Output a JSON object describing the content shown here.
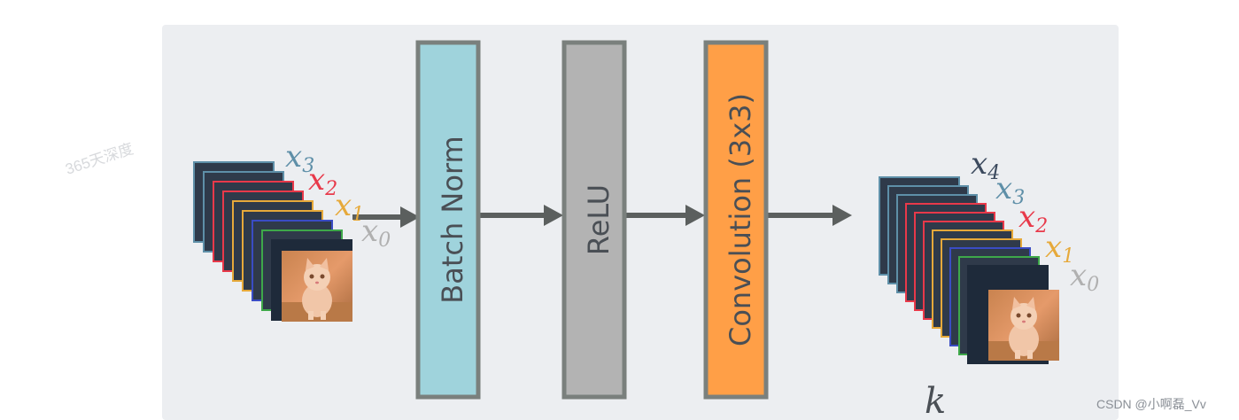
{
  "diagram": {
    "blocks": [
      {
        "label": "Batch Norm",
        "color": "#9fd3dc"
      },
      {
        "label": "ReLU",
        "color": "#b3b3b3"
      },
      {
        "label": "Convolution (3x3)",
        "color": "#ff9f47"
      }
    ],
    "border_color": "#7a807d",
    "arrow_color": "#5b5f5e",
    "input_labels": [
      {
        "letter": "x",
        "sub": "3",
        "color": "#5e8fa8"
      },
      {
        "letter": "x",
        "sub": "2",
        "color": "#e8394a"
      },
      {
        "letter": "x",
        "sub": "1",
        "color": "#e6a93a"
      },
      {
        "letter": "x",
        "sub": "0",
        "color": "#b0b0b0"
      }
    ],
    "output_labels": [
      {
        "letter": "x",
        "sub": "4",
        "color": "#3c4a5e"
      },
      {
        "letter": "x",
        "sub": "3",
        "color": "#5e8fa8"
      },
      {
        "letter": "x",
        "sub": "2",
        "color": "#e8394a"
      },
      {
        "letter": "x",
        "sub": "1",
        "color": "#e6a93a"
      },
      {
        "letter": "x",
        "sub": "0",
        "color": "#b0b0b0"
      }
    ],
    "growth_label": "k",
    "input_stack": [
      "#5e8fa8",
      "#5e8fa8",
      "#e8394a",
      "#e8394a",
      "#e6a93a",
      "#e6a93a",
      "#3a4cc4",
      "#3ea84a"
    ],
    "output_stack": [
      "#5e8fa8",
      "#5e8fa8",
      "#5e8fa8",
      "#e8394a",
      "#e8394a",
      "#e8394a",
      "#e6a93a",
      "#e6a93a",
      "#3a4cc4",
      "#3ea84a"
    ]
  },
  "watermark": "365天深度",
  "credit": "CSDN @小啊磊_Vv"
}
